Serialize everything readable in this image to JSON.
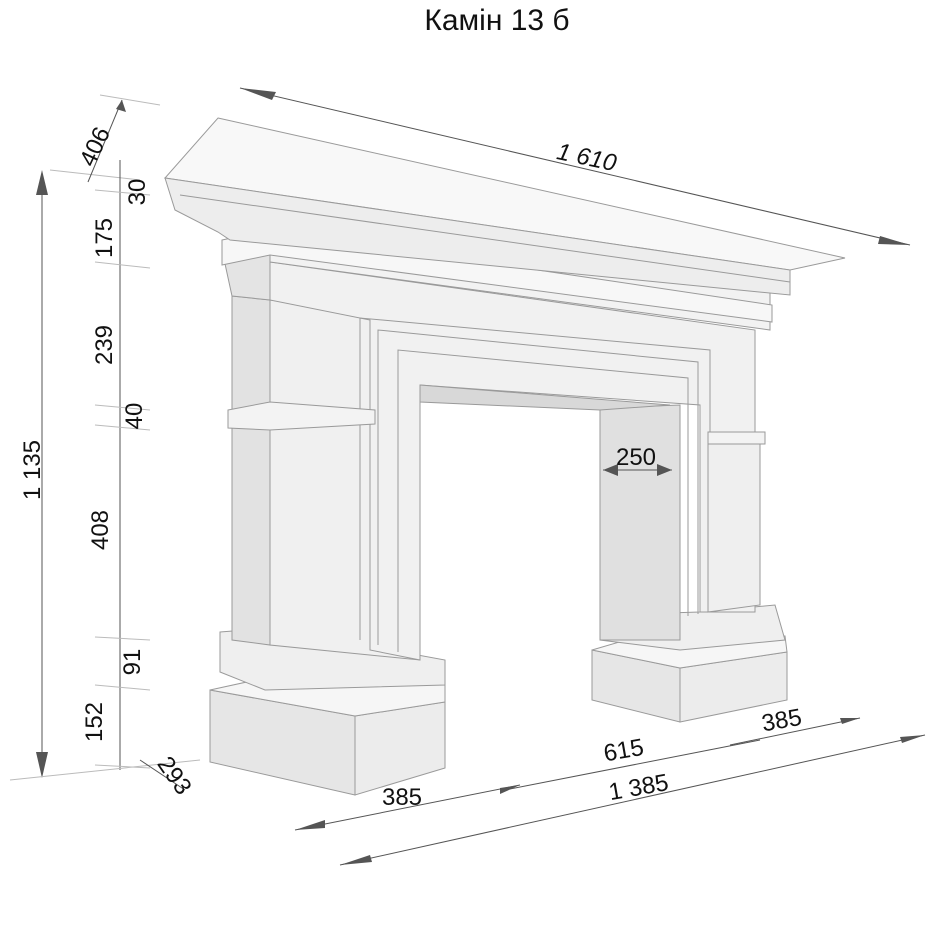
{
  "title": "Камін 13 б",
  "dimensions": {
    "cornice_depth": "406",
    "overall_width": "1 610",
    "cornice_height": "30",
    "frieze_height": "175",
    "upper_panel_height": "239",
    "band_height": "40",
    "lower_panel_height": "408",
    "plinth_molding_height": "91",
    "base_height": "152",
    "overall_height": "1 135",
    "base_depth": "293",
    "inner_depth": "250",
    "left_leg_width": "385",
    "opening_width": "615",
    "right_leg_width": "385",
    "base_width": "1 385"
  },
  "colors": {
    "light": "#f2f2f2",
    "mid": "#e3e3e3",
    "dark": "#d2d2d2",
    "edge": "#9a9a9a",
    "dim": "#555555"
  }
}
